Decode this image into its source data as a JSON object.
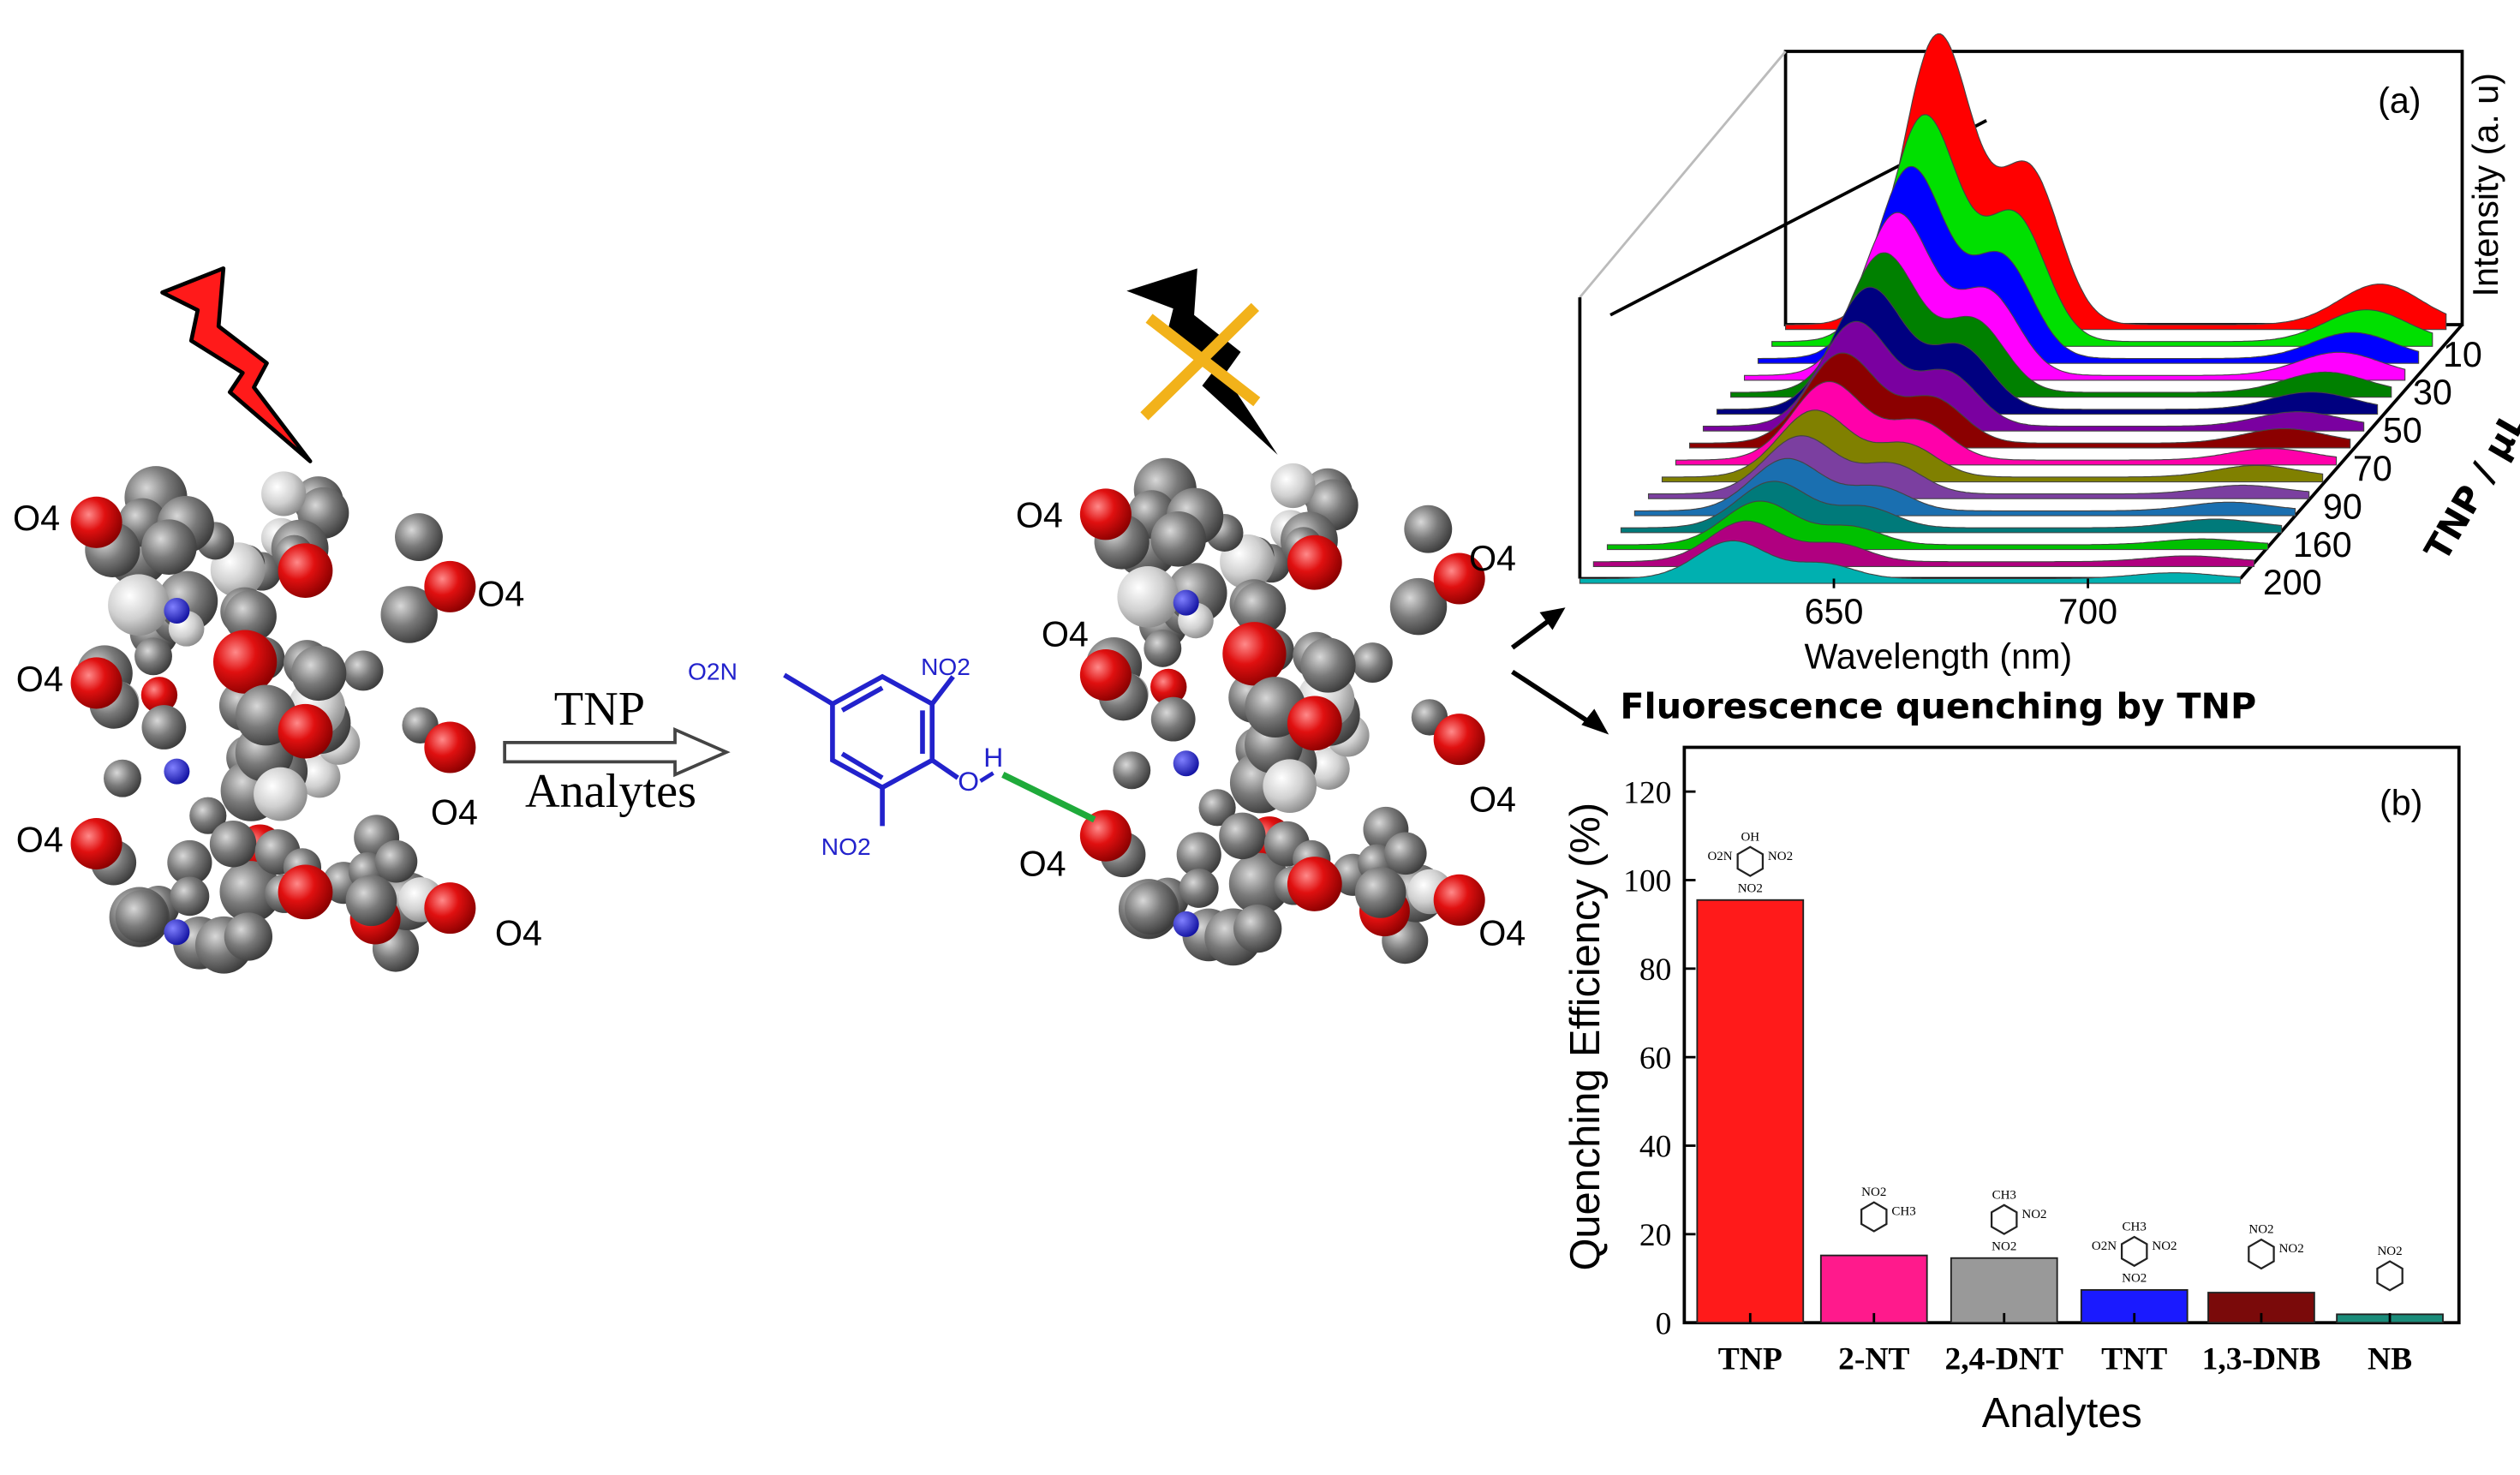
{
  "scheme": {
    "oxygen_label": "O4",
    "arrow_top_label": "TNP",
    "arrow_bottom_label": "Analytes",
    "colors": {
      "oxygen": "#e01010",
      "carbon": "#7a7a7a",
      "hydrogen": "#d8d8d8",
      "tnp_molecule": "#2222cc",
      "hbond": "#1faa3a",
      "bolt_on": "#ff1a1a",
      "bolt_off": "#000000",
      "cross": "#f2b21a"
    },
    "tnp_molecule": {
      "no2_left": "O2N",
      "no2_right": "NO2",
      "no2_bottom": "NO2",
      "oxygen": "O",
      "hydrogen": "H"
    }
  },
  "panel_a": {
    "panel_label": "(a)",
    "caption": "Fluorescence quenching by TNP",
    "chart_data": {
      "type": "line",
      "xlabel": "Wavelength (nm)",
      "ylabel": "Intensity (a. u)",
      "zlabel": "TNP / μL",
      "x_ticks": [
        650,
        700
      ],
      "z_ticks": [
        "10",
        "30",
        "50",
        "70",
        "90",
        "160",
        "200"
      ],
      "xlim": [
        600,
        730
      ],
      "peaks_nm": [
        630,
        648,
        717
      ],
      "series": [
        {
          "color": "#ff0000",
          "values": [
            1.0,
            0.52,
            0.14
          ]
        },
        {
          "color": "#00e000",
          "values": [
            0.78,
            0.42,
            0.11
          ]
        },
        {
          "color": "#0000ff",
          "values": [
            0.66,
            0.34,
            0.09
          ]
        },
        {
          "color": "#ff00ff",
          "values": [
            0.56,
            0.28,
            0.08
          ]
        },
        {
          "color": "#008000",
          "values": [
            0.48,
            0.24,
            0.07
          ]
        },
        {
          "color": "#000080",
          "values": [
            0.42,
            0.21,
            0.06
          ]
        },
        {
          "color": "#7a00a0",
          "values": [
            0.36,
            0.18,
            0.05
          ]
        },
        {
          "color": "#8b0000",
          "values": [
            0.31,
            0.15,
            0.05
          ]
        },
        {
          "color": "#ff00aa",
          "values": [
            0.27,
            0.13,
            0.04
          ]
        },
        {
          "color": "#808000",
          "values": [
            0.23,
            0.11,
            0.04
          ]
        },
        {
          "color": "#7b3fa0",
          "values": [
            0.2,
            0.1,
            0.03
          ]
        },
        {
          "color": "#1a6fb0",
          "values": [
            0.18,
            0.08,
            0.03
          ]
        },
        {
          "color": "#007a7a",
          "values": [
            0.16,
            0.07,
            0.03
          ]
        },
        {
          "color": "#00c000",
          "values": [
            0.15,
            0.06,
            0.02
          ]
        },
        {
          "color": "#b00080",
          "values": [
            0.14,
            0.06,
            0.02
          ]
        },
        {
          "color": "#00b0b0",
          "values": [
            0.13,
            0.05,
            0.02
          ]
        }
      ]
    }
  },
  "panel_b": {
    "panel_label": "(b)",
    "chart_data": {
      "type": "bar",
      "categories": [
        "TNP",
        "2-NT",
        "2,4-DNT",
        "TNT",
        "1,3-DNB",
        "NB"
      ],
      "values": [
        95.5,
        15.2,
        14.6,
        7.4,
        6.8,
        1.9
      ],
      "colors": [
        "#ff1a1a",
        "#ff1a8c",
        "#999999",
        "#1a1aff",
        "#7a0a0a",
        "#1a8c7a"
      ],
      "xlabel": "Analytes",
      "ylabel": "Quenching Efficiency (%)",
      "ylim": [
        0,
        130
      ],
      "y_ticks": [
        0,
        20,
        40,
        60,
        80,
        100,
        120
      ]
    },
    "structure_labels": {
      "TNP": {
        "top": "OH",
        "left": "O2N",
        "right": "NO2",
        "bottom": "NO2"
      },
      "2-NT": {
        "top": "NO2",
        "right": "CH3"
      },
      "2,4-DNT": {
        "top": "CH3",
        "right": "NO2",
        "bottom": "NO2"
      },
      "TNT": {
        "top": "CH3",
        "left": "O2N",
        "right": "NO2",
        "bottom": "NO2"
      },
      "1,3-DNB": {
        "top": "NO2",
        "right": "NO2"
      },
      "NB": {
        "top": "NO2"
      }
    }
  }
}
